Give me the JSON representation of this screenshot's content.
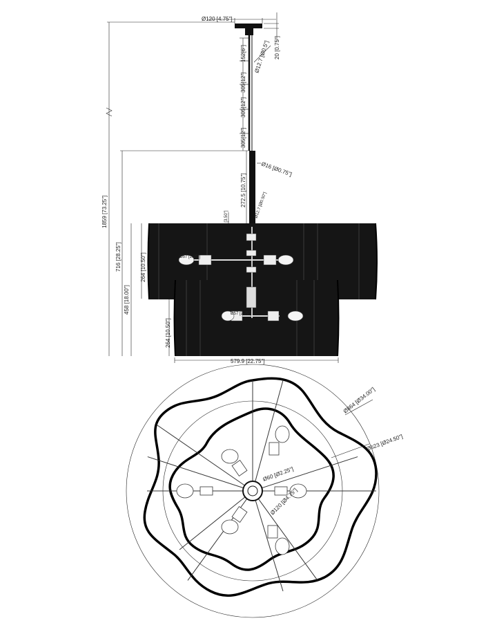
{
  "side_view": {
    "canopy_diameter": "Ø120 [4.75\"]",
    "canopy_height": "20 [0.75\"]",
    "rod_diameter_small": "Ø12.7 [Ø0.5\"]",
    "rod_segment_1": "152[6\"]",
    "rod_segment_2": "305[12\"]",
    "rod_segment_3": "305[12\"]",
    "rod_segment_4": "305[12\"]",
    "rod_sleeve_diameter": "Ø16 [Ø0.75\"]",
    "rod_sleeve_length": "272.5 [10.75\"]",
    "overall_height": "1859 [73.25\"]",
    "body_height": "716 [28.25\"]",
    "lower_to_top_height": "458 [18.00\"]",
    "upper_shade_height": "264 [10.50\"]",
    "lower_shade_height": "264 [10.50\"]",
    "overall_width": "579.9 [22.75\"]",
    "small_note_a": "87 [3.50\"]",
    "small_note_b": "Ø12.7 [Ø0.50\"]",
    "small_note_c": "Ø57 [2.25\"]",
    "small_note_d": "Ø57 [2.25\"]"
  },
  "top_view": {
    "outer_diameter": "Ø864 [Ø34.00\"]",
    "inner_diameter": "Ø623 [Ø24.50\"]",
    "hub_diameter": "Ø60 [Ø2.25\"]",
    "center_diameter": "Ø120 [Ø4.75\"]"
  }
}
